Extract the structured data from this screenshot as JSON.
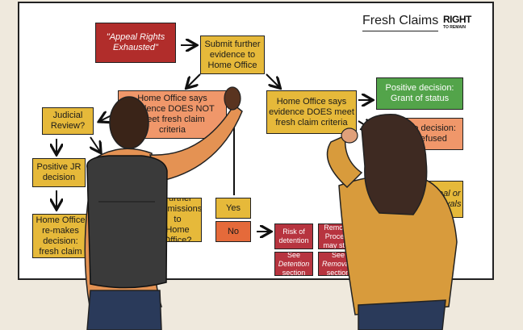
{
  "header": {
    "title": "Fresh Claims",
    "logo_top": "RIGHT",
    "logo_bottom": "TO REMAIN"
  },
  "boxes": {
    "appeal": "\"Appeal Rights\nExhausted\"",
    "submit": "Submit further\nevidence to\nHome Office",
    "does_not": "Home Office says\nevidence DOES NOT\nmeet fresh claim\ncriteria",
    "does": "Home Office says\nevidence DOES meet\nfresh claim criteria",
    "positive": "Positive decision:\nGrant of status",
    "negative": "Negative decision:\nClaim refused",
    "jr": "Judicial\nReview?",
    "positive_jr": "Positive JR\ndecision",
    "remake": "Home Office\nre-makes\ndecision:\nfresh claim",
    "question": "Further\nsubmissions to\nHome Office?",
    "yes": "Yes",
    "no": "No",
    "risk": "Risk of\ndetention",
    "removal": "Removal\nProcess\nmay start",
    "see_det_1": "See",
    "see_det_2": "Detention",
    "see_det_3": "section",
    "see_rem_1": "See",
    "see_rem_2": "Removals",
    "see_rem_3": "section",
    "appeal_side_1": "Appeal or",
    "appeal_side_2": "Removals"
  },
  "colors": {
    "yellow": "#e6b93a",
    "orange": "#f0976a",
    "red": "#b12d2b",
    "green": "#53a44a"
  }
}
